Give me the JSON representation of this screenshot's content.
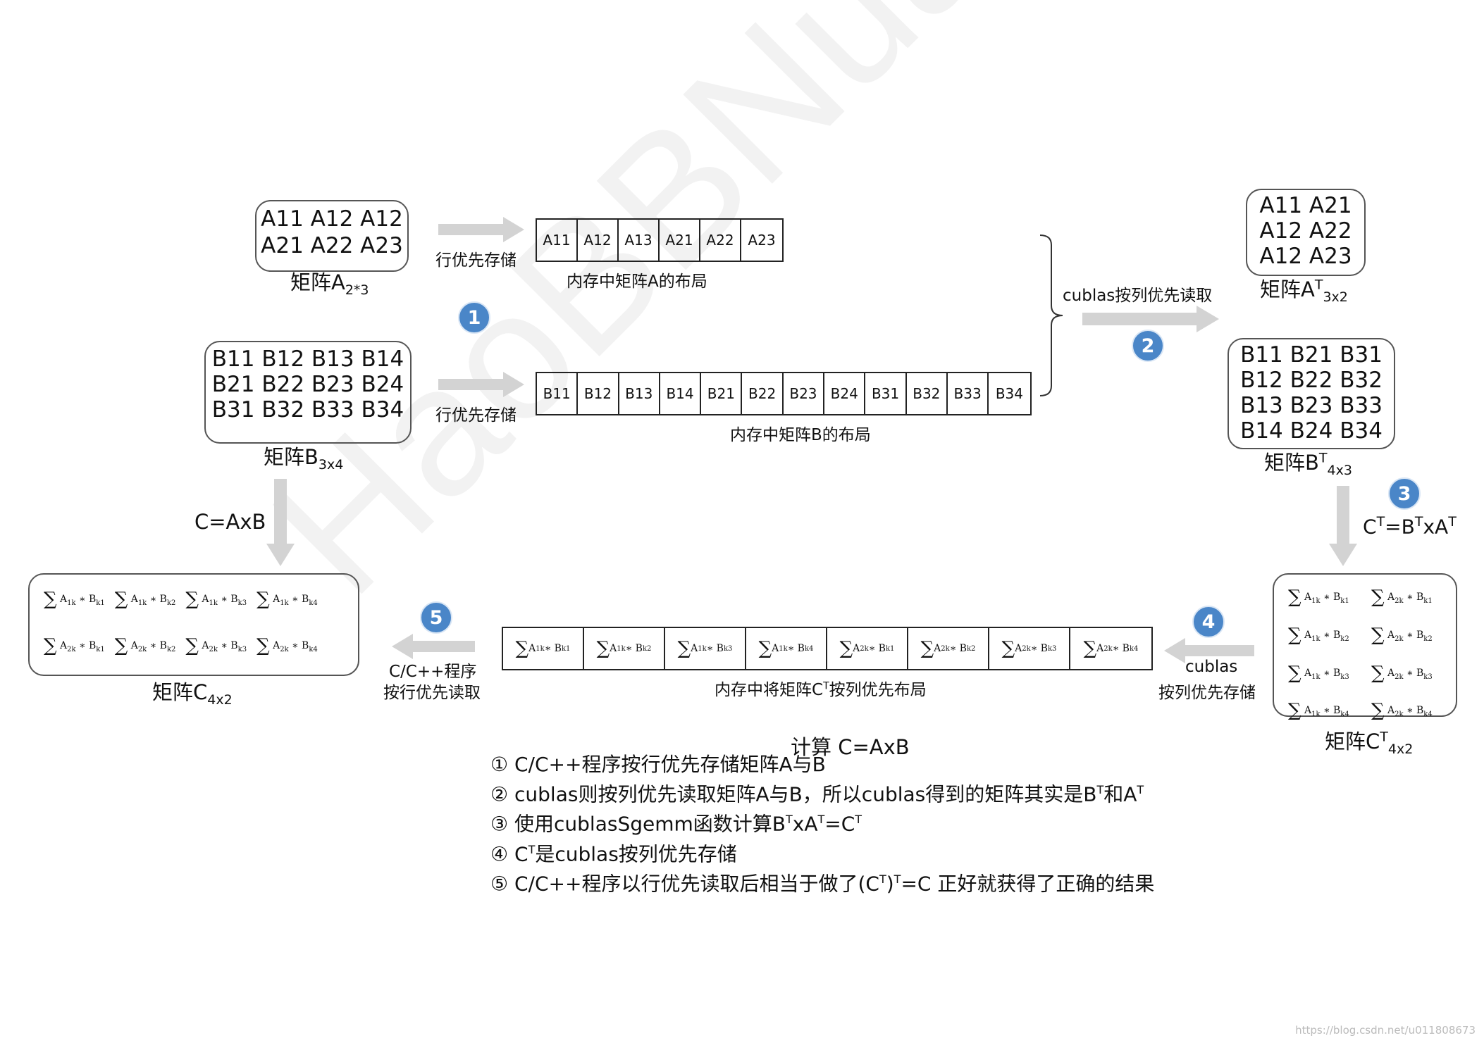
{
  "matrixA": {
    "rows": [
      "A11 A12 A12",
      "A21 A22 A23"
    ],
    "caption_base": "矩阵A",
    "caption_sub": "2*3"
  },
  "matrixB": {
    "rows": [
      "B11 B12 B13 B14",
      "B21 B22 B23 B24",
      "B31 B32 B33 B34"
    ],
    "caption_base": "矩阵B",
    "caption_sub": "3x4"
  },
  "matrixAT": {
    "rows": [
      "A11 A21",
      "A12 A22",
      "A12 A23"
    ],
    "caption_base": "矩阵A",
    "caption_sup": "T",
    "caption_sub": "3x2"
  },
  "matrixBT": {
    "rows": [
      "B11 B21 B31",
      "B12 B22 B32",
      "B13 B23 B33",
      "B14 B24 B34"
    ],
    "caption_base": "矩阵B",
    "caption_sup": "T",
    "caption_sub": "4x3"
  },
  "matrixC": {
    "caption_base": "矩阵C",
    "caption_sub": "4x2"
  },
  "matrixCT": {
    "caption_base": "矩阵C",
    "caption_sup": "T",
    "caption_sub": "4x2"
  },
  "labels": {
    "row_store": "行优先存储",
    "memA": "内存中矩阵A的布局",
    "memB": "内存中矩阵B的布局",
    "cublas_read": "cublas按列优先读取",
    "c_eq": "C=AxB",
    "ct_eq_pre": "C",
    "ct_eq_mid1": "=B",
    "ct_eq_mid2": "xA",
    "sup_t": "T",
    "cublas_line1": "cublas",
    "cublas_line2": "按列优先存储",
    "cpp_line1": "C/C++程序",
    "cpp_line2": "按行优先读取",
    "memC_pre": "内存中将矩阵C",
    "memC_post": "按列优先布局"
  },
  "memA_cells": [
    "A11",
    "A12",
    "A13",
    "A21",
    "A22",
    "A23"
  ],
  "memB_cells": [
    "B11",
    "B12",
    "B13",
    "B14",
    "B21",
    "B22",
    "B23",
    "B24",
    "B31",
    "B32",
    "B33",
    "B34"
  ],
  "badges": [
    "1",
    "2",
    "3",
    "4",
    "5"
  ],
  "notes": {
    "title": "计算 C=AxB",
    "n1": "① C/C++程序按行优先存储矩阵A与B",
    "n2_pre": "② cublas则按列优先读取矩阵A与B，所以cublas得到的矩阵其实是B",
    "n2_mid": "和A",
    "n3_pre": "③ 使用cublasSgemm函数计算B",
    "n3_mid1": "xA",
    "n3_mid2": "=C",
    "n4_pre": "④ C",
    "n4_post": "是cublas按列优先存储",
    "n5_pre": "⑤ C/C++程序以行优先读取后相当于做了(C",
    "n5_mid": ")",
    "n5_post": "=C 正好就获得了正确的结果"
  },
  "watermark_text": "HaoBBNuanMM",
  "footer_text": "https://blog.csdn.net/u011808673",
  "colors": {
    "badge": "#4a86c8",
    "arrow": "#d3d3d3",
    "border": "#555555"
  }
}
